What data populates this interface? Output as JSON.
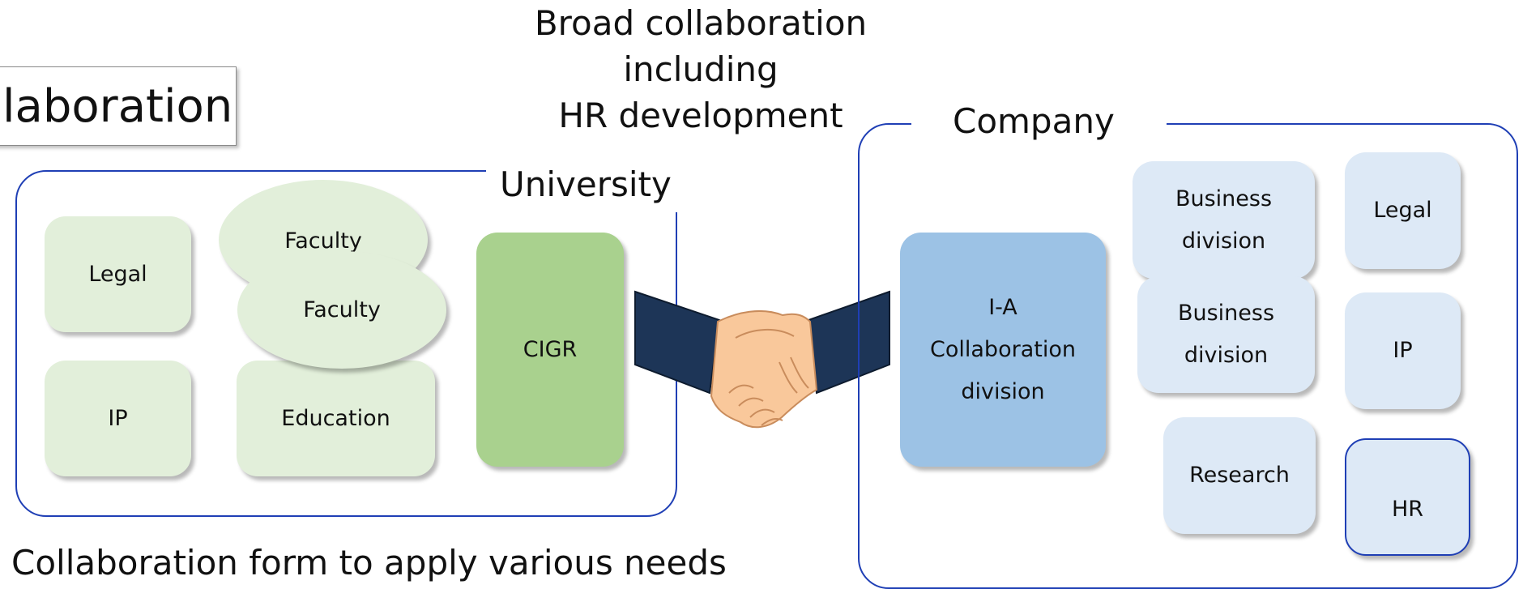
{
  "title_fragment": "laboration",
  "center_heading": [
    "Broad collaboration",
    "including",
    "HR development"
  ],
  "university": {
    "label": "University",
    "nodes": {
      "legal": "Legal",
      "ip": "IP",
      "faculty_back": "Faculty",
      "faculty_front": "Faculty",
      "education": "Education",
      "cigr": "CIGR"
    }
  },
  "company": {
    "label": "Company",
    "collab_division": [
      "I-A",
      "Collaboration",
      "division"
    ],
    "business_1": [
      "Business",
      "division"
    ],
    "business_2": [
      "Business",
      "division"
    ],
    "research": "Research",
    "legal": "Legal",
    "ip": "IP",
    "hr": "HR"
  },
  "footer": "Collaboration form to apply various needs",
  "colors": {
    "frame_blue": "#1f3fb5",
    "university_light": "#e2efda",
    "university_dark": "#a9d18e",
    "company_light": "#dde9f6",
    "company_dark": "#9cc2e5",
    "sleeve": "#1d3557",
    "skin": "#f9c89b"
  },
  "icons": [
    "handshake-icon"
  ]
}
